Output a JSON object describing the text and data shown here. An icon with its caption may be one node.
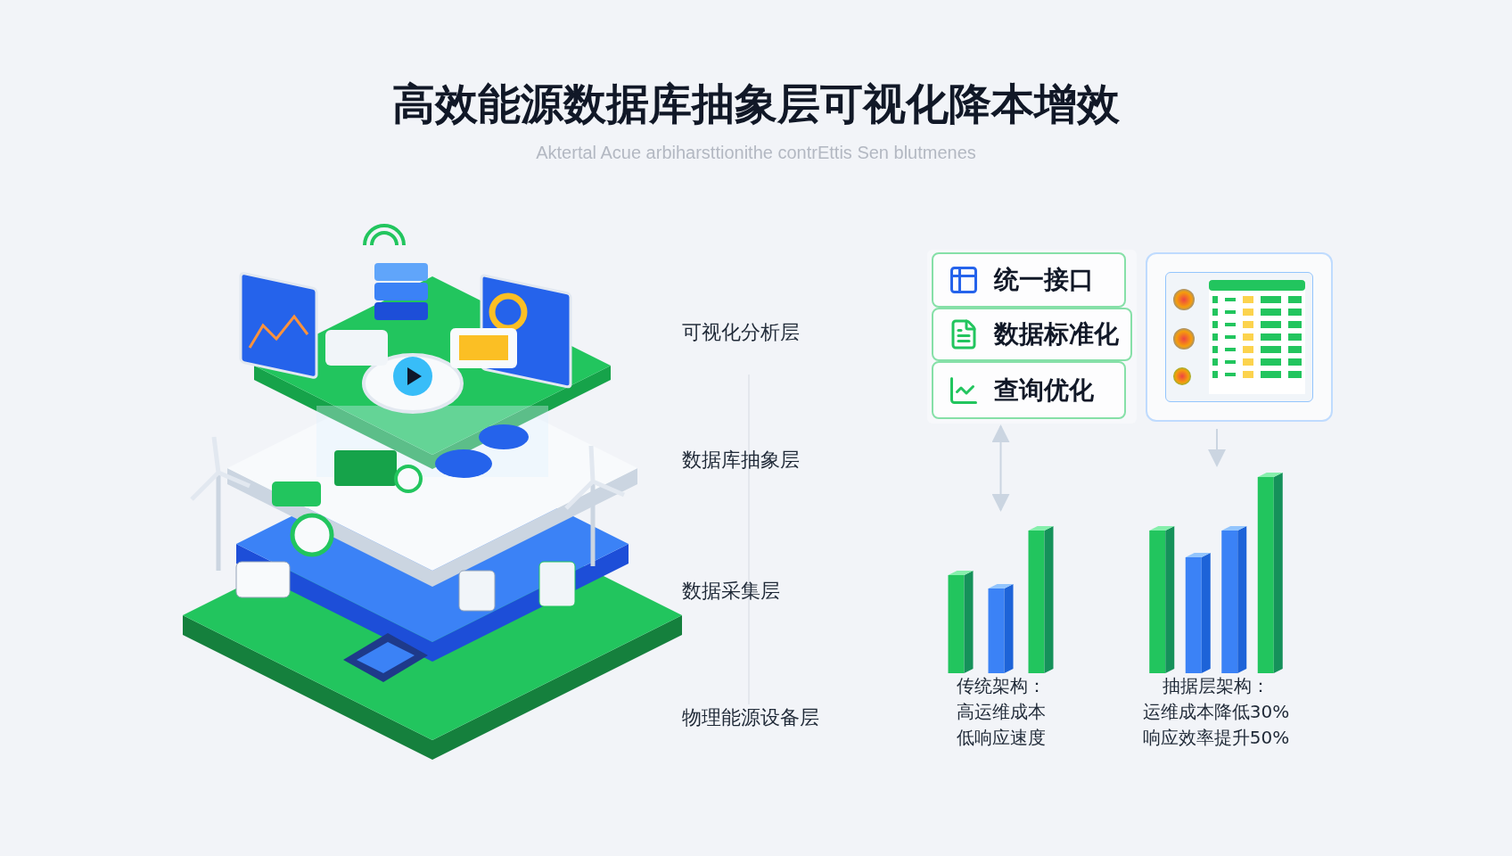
{
  "diagram": {
    "title": "高效能源数据库抽象层可视化降本增效",
    "caption": "Aktertal Acue arbiharsttionithe contrEttis Sen blutmenes",
    "nodes": [
      {
        "text": [
          "统一接口"
        ]
      },
      {
        "text": [
          "数据标准化"
        ]
      },
      {
        "text": [
          "查询优化"
        ]
      },
      {
        "text": [],
        "shape": "picture"
      },
      {
        "text": [],
        "shape": "picture",
        "beside": [
          "传统架构：",
          "高运维成本",
          "低响应速度"
        ]
      },
      {
        "text": [],
        "shape": "picture",
        "beside": [
          "抽据层架构：",
          "运维成本降低30%",
          "响应效率提升50%"
        ]
      }
    ],
    "edges": [
      {
        "from": 4,
        "to": 2,
        "arrow": "both"
      },
      {
        "from": 3,
        "to": 5,
        "arrow": "to"
      }
    ],
    "labels": [
      "可视化分析层",
      "数据库抽象层",
      "数据采集层",
      "物理能源设备层"
    ]
  }
}
